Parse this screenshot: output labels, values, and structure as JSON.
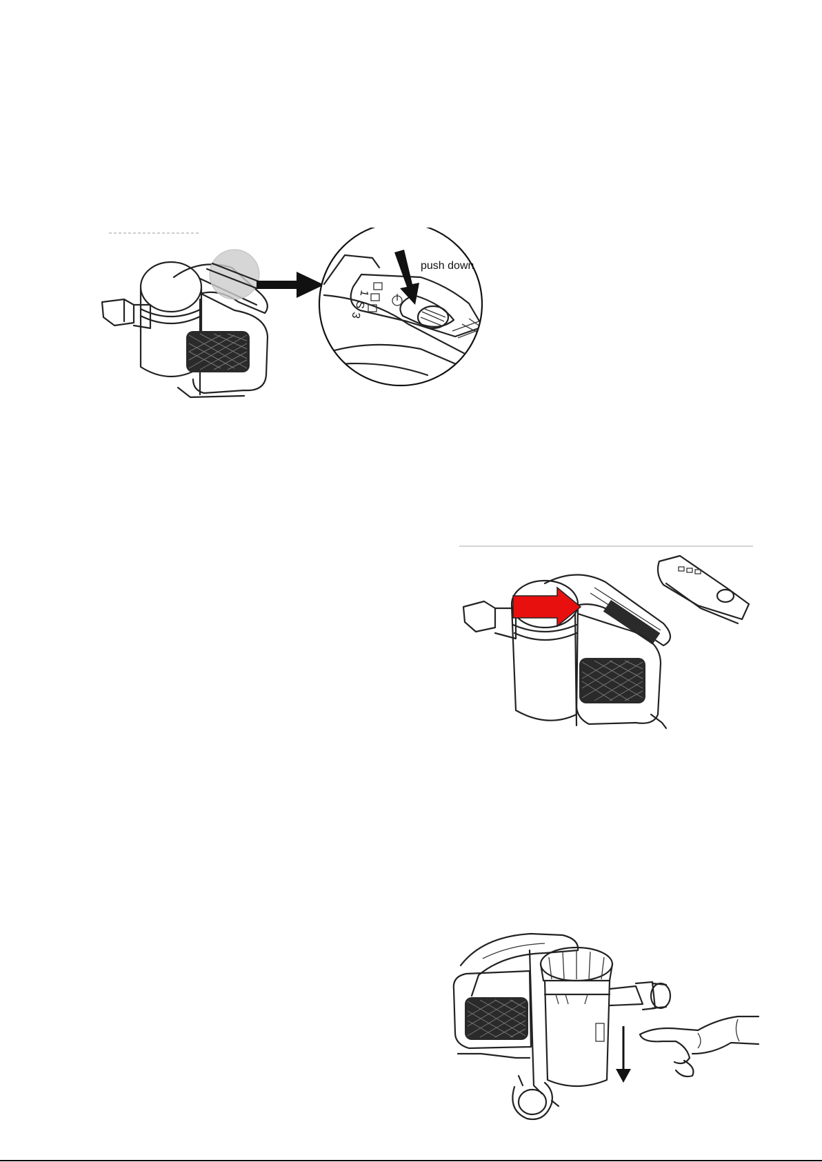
{
  "figures": {
    "release_button": {
      "callout_label": "push down",
      "mode_labels": [
        "1",
        "S",
        "3"
      ]
    },
    "slide_button": {
      "arrow_color": "#e8100f"
    },
    "detach_dust_bin": {}
  },
  "icons": [
    "arrow-right-icon",
    "arrow-down-icon",
    "hand-pointing-icon",
    "power-button-icon"
  ]
}
